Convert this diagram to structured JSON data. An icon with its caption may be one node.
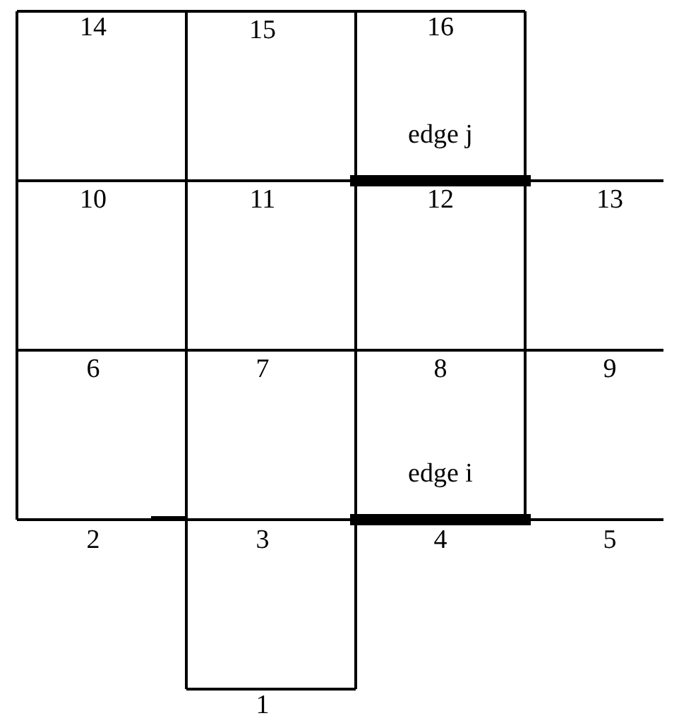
{
  "diagram": {
    "labels": [
      "14",
      "15",
      "16",
      "edge j",
      "10",
      "11",
      "12",
      "13",
      "6",
      "7",
      "8",
      "9",
      "edge i",
      "2",
      "3",
      "4",
      "5",
      "1"
    ]
  }
}
